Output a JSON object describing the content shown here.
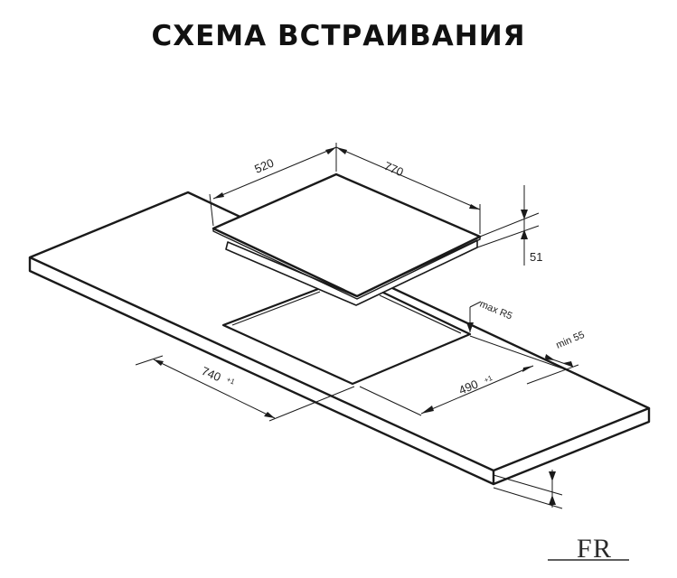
{
  "title": "СХЕМА ВСТРАИВАНИЯ",
  "dimensions": {
    "hob_depth": "520",
    "hob_width": "770",
    "hob_height": "51",
    "corner_radius": "max R5",
    "min_clearance": "min 55",
    "cutout_width": "740",
    "cutout_width_tolerance": "+1",
    "cutout_depth": "490",
    "cutout_depth_tolerance": "+1"
  },
  "logo": {
    "letter_1": "F",
    "letter_2": "R"
  },
  "colors": {
    "line": "#1a1a1a",
    "text": "#222222"
  }
}
